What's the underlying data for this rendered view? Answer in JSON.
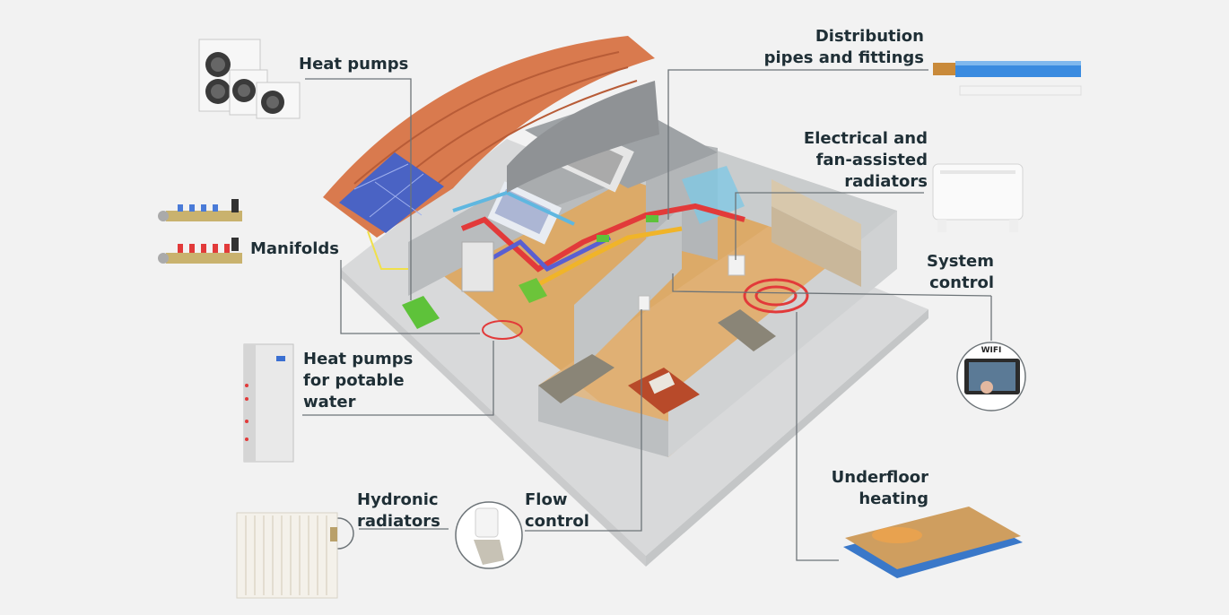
{
  "labels": {
    "heat_pumps": "Heat pumps",
    "manifolds": "Manifolds",
    "heat_pumps_potable": "Heat pumps\nfor potable\nwater",
    "hydronic_radiators": "Hydronic\nradiators",
    "flow_control": "Flow\ncontrol",
    "distribution_pipes": "Distribution\npipes and fittings",
    "electrical_radiators": "Electrical and\nfan-assisted\nradiators",
    "system_control": "System\ncontrol",
    "underfloor_heating": "Underfloor\nheating",
    "wifi_badge": "WIFI"
  },
  "colors": {
    "background": "#f2f2f2",
    "label_text": "#1f2f36",
    "leader_line": "#6d7478",
    "roof_tile": "#d97a4e",
    "solar_panel": "#4a63c4",
    "floor_wood": "#d9a463",
    "wall": "#bfc2c4",
    "pipe_hot": "#e23a3a",
    "pipe_cold": "#5a5fd1",
    "pipe_supply": "#f0b429",
    "boiler_green": "#5ec23a",
    "pipe_blue": "#2f7fd6"
  },
  "icons": [
    "heat-pump-units",
    "manifold",
    "potable-water-tank",
    "radiator",
    "thermostatic-valve",
    "pex-pipe",
    "fan-coil-radiator",
    "touch-controller",
    "underfloor-panel",
    "house-cutaway"
  ]
}
